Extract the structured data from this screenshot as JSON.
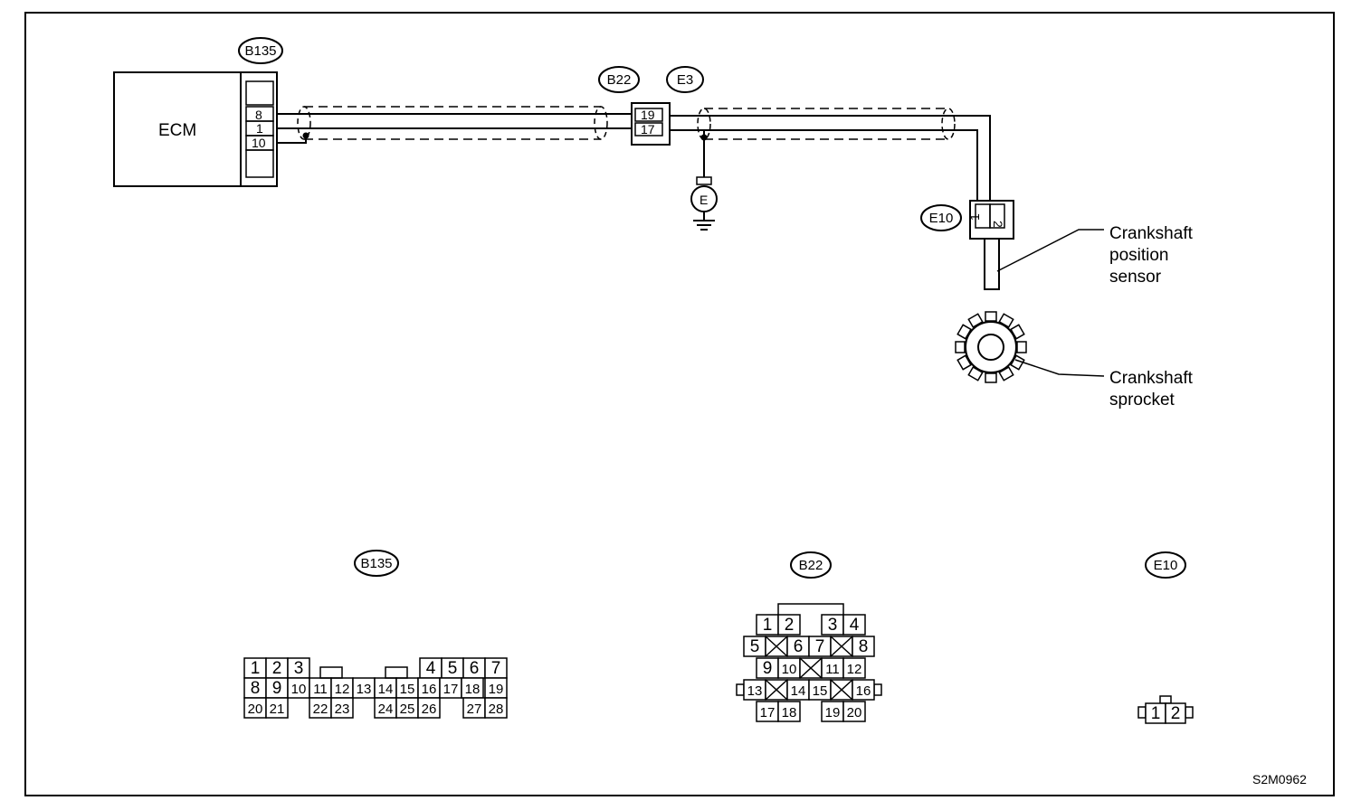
{
  "components": {
    "ecm_label": "ECM",
    "ground_label": "E",
    "sensor_label": [
      "Crankshaft",
      "position",
      "sensor"
    ],
    "sprocket_label": [
      "Crankshaft",
      "sprocket"
    ]
  },
  "connectors": {
    "b135": "B135",
    "b22": "B22",
    "e3": "E3",
    "e10": "E10"
  },
  "wiring_pins": {
    "ecm": [
      "8",
      "1",
      "10"
    ],
    "b22": [
      "19",
      "17"
    ],
    "e10": [
      "1",
      "2"
    ]
  },
  "connector_faces": {
    "b135": {
      "row1": [
        "1",
        "2",
        "3",
        "4",
        "5",
        "6",
        "7"
      ],
      "row2": [
        "8",
        "9",
        "10",
        "11",
        "12",
        "13",
        "14",
        "15",
        "16",
        "17",
        "18",
        "19"
      ],
      "row3": [
        "20",
        "21",
        "22",
        "23",
        "24",
        "25",
        "26",
        "27",
        "28"
      ]
    },
    "b22": {
      "row1": [
        "1",
        "2",
        "3",
        "4"
      ],
      "row2": [
        "5",
        "6",
        "7",
        "8"
      ],
      "row3": [
        "9",
        "10",
        "11",
        "12"
      ],
      "row4": [
        "13",
        "14",
        "15",
        "16"
      ],
      "row5": [
        "17",
        "18",
        "19",
        "20"
      ]
    },
    "e10": [
      "1",
      "2"
    ]
  },
  "figure_id": "S2M0962"
}
